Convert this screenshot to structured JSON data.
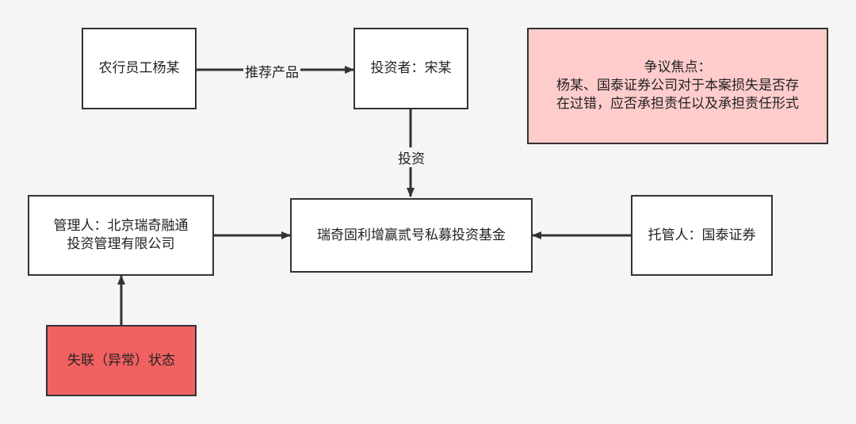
{
  "nodes": {
    "employee": "农行员工杨某",
    "investor": "投资者：宋某",
    "issue_line1": "争议焦点：",
    "issue_line2": "杨某、国泰证券公司对于本案损失是否存",
    "issue_line3": "在过错，应否承担责任以及承担责任形式",
    "manager_line1": "管理人：北京瑞奇融通",
    "manager_line2": "投资管理有限公司",
    "fund": "瑞奇固利增赢贰号私募投资基金",
    "custodian": "托管人：国泰证券",
    "lost_contact": "失联（异常）状态"
  },
  "edges": {
    "recommend": "推荐产品",
    "invest": "投资"
  },
  "colors": {
    "issue_fill": "#ffcccc",
    "alert_fill": "#f26161",
    "border": "#333333"
  }
}
